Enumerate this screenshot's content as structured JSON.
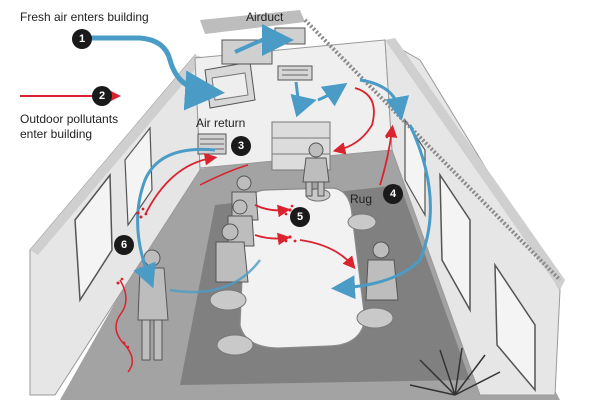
{
  "labels": {
    "fresh_air": "Fresh air enters building",
    "airduct": "Airduct",
    "outdoor_pollutants_line1": "Outdoor pollutants",
    "outdoor_pollutants_line2": "enter building",
    "air_return": "Air return",
    "rug": "Rug"
  },
  "steps": [
    "1",
    "2",
    "3",
    "4",
    "5",
    "6"
  ],
  "colors": {
    "fresh_air_arrow": "#4a9cc7",
    "pollutant_arrow": "#d9232e",
    "badge": "#1a1a1a",
    "wall": "#e9e9e9",
    "floor": "#9b9b9b",
    "rug": "#7b7b7b"
  }
}
